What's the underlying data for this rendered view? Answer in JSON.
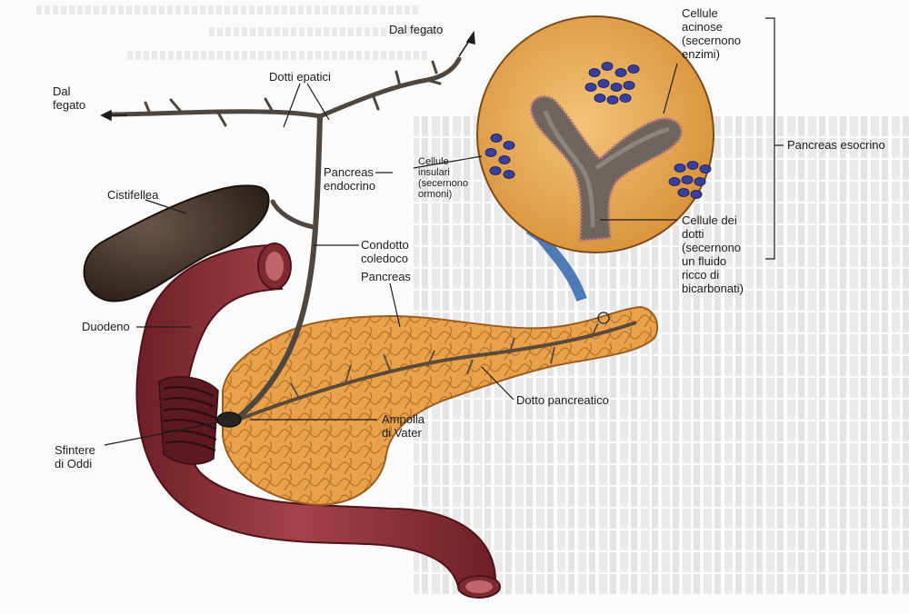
{
  "labels": {
    "dal_fegato_left": [
      "Dal",
      "fegato"
    ],
    "dal_fegato_top": "Dal fegato",
    "dotti_epatici": "Dotti epatici",
    "cistifellea": "Cistifellea",
    "duodeno": "Duodeno",
    "condotto_coledoco": [
      "Condotto",
      "coledoco"
    ],
    "pancreas": "Pancreas",
    "pancreas_endocrino": [
      "Pancreas",
      "endocrino"
    ],
    "cellule_insulari": [
      "Cellule",
      "insulari",
      "(secernono",
      "ormoni)"
    ],
    "cellule_acinose": [
      "Cellule",
      "acinose",
      "(secernono",
      "enzimi)"
    ],
    "pancreas_esocrino": "Pancreas esocrino",
    "cellule_dotti": [
      "Cellule dei",
      "dotti",
      "(secernono",
      "un fluido",
      "ricco di",
      "bicarbonati)"
    ],
    "dotto_pancreatico": "Dotto pancreatico",
    "ampolla_di_vater": [
      "Ampolla",
      "di Vater"
    ],
    "sfintere_di_oddi": [
      "Sfintere",
      "di Oddi"
    ]
  },
  "colors": {
    "duodenum": "#8e2f34",
    "pancreas": "#e8a24a",
    "gallbladder": "#3d2e26",
    "duct": "#4f463f",
    "circle_fill": "#e9ad58",
    "acinar_cells": "#3a3f9a",
    "arrow": "#4e7bb5"
  }
}
